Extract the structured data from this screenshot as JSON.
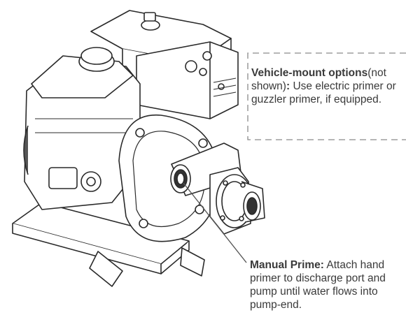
{
  "callouts": {
    "vehicle_mount": {
      "heading": "Vehicle-mount options",
      "aside": "(not shown)",
      "colon": ":",
      "body": " Use electric primer or guzzler primer, if equipped."
    },
    "manual_prime": {
      "heading": "Manual Prime:",
      "body": " Attach hand primer to discharge port and pump until water flows into pump-end."
    }
  },
  "colors": {
    "ink": "#3a3a3a",
    "leader_line": "#555555",
    "dashed_border": "#8a8a8a"
  },
  "icons": [
    "engine-pump-illustration"
  ]
}
